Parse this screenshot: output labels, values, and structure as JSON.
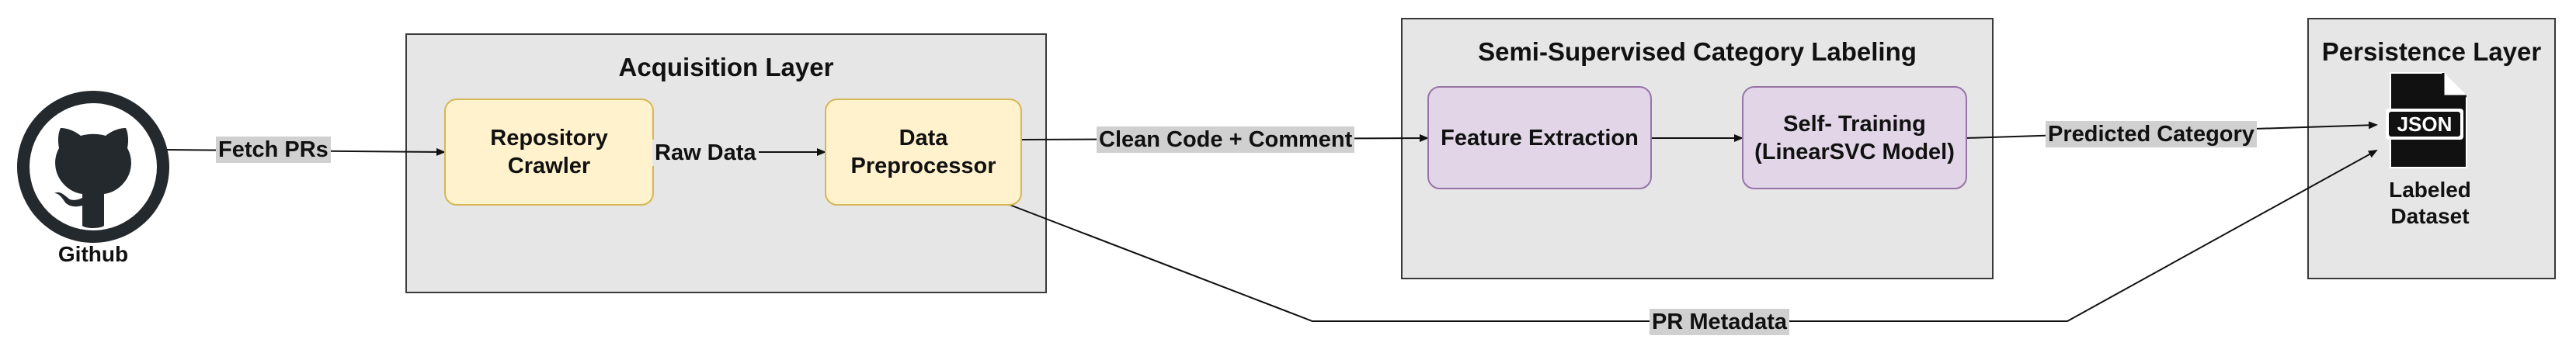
{
  "actors": {
    "github": {
      "label": "Github",
      "icon": "github-icon"
    },
    "dataset": {
      "label": "Labeled\nDataset",
      "icon": "json-file-icon",
      "badge": "JSON"
    }
  },
  "layers": {
    "acquisition": {
      "title": "Acquisition Layer",
      "nodes": {
        "crawler": "Repository\nCrawler",
        "preprocessor": "Data\nPreprocessor"
      }
    },
    "labeling": {
      "title": "Semi-Supervised Category Labeling",
      "nodes": {
        "features": "Feature Extraction",
        "training": "Self- Training\n(LinearSVC Model)"
      }
    },
    "persistence": {
      "title": "Persistence Layer"
    }
  },
  "edges": {
    "fetch": "Fetch PRs",
    "raw": "Raw Data",
    "clean": "Clean Code + Comment",
    "predicted": "Predicted Category",
    "metadata": "PR Metadata"
  },
  "colors": {
    "layer_fill": "#e6e6e6",
    "yellow_fill": "#fff2cc",
    "yellow_stroke": "#d6b656",
    "purple_fill": "#e1d5e7",
    "purple_stroke": "#9673a6",
    "github_dark": "#24292e",
    "edge_label_bg": "#d0d0d0"
  }
}
